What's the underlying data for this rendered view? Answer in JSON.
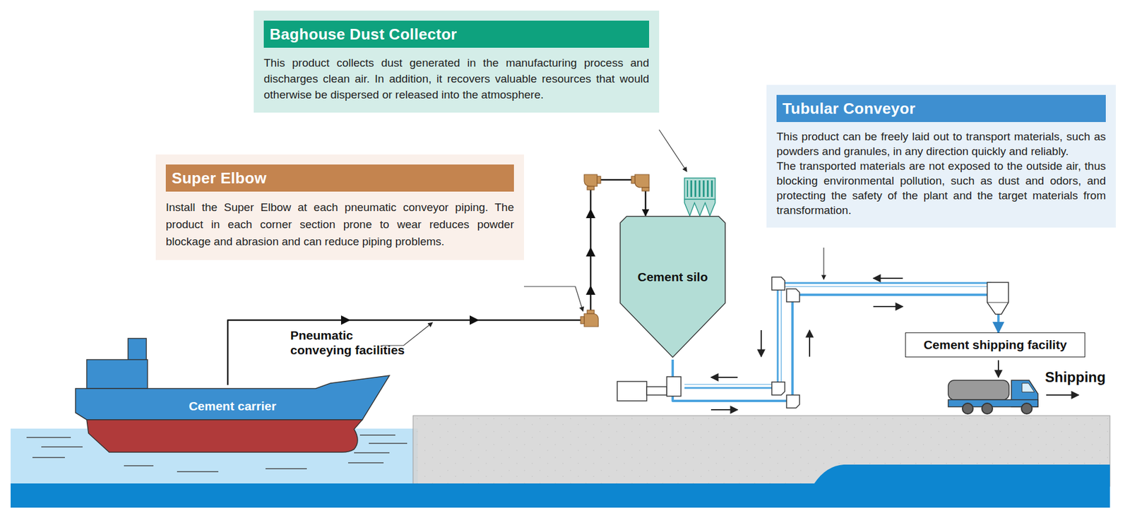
{
  "diagram": {
    "nodes": [
      {
        "text": [
          "Baghouse Dust Collector",
          "This product collects dust generated in the manufacturing process and discharges clean air. In addition, it recovers valuable resources that would otherwise be dispersed or released into the atmosphere."
        ]
      },
      {
        "text": [
          "Super Elbow",
          "Install the Super Elbow at each pneumatic conveyor piping. The product in each corner section prone to wear reduces powder blockage and abrasion and can reduce piping problems."
        ]
      },
      {
        "text": [
          "Tubular Conveyor",
          "This product can be freely laid out to transport materials, such as powders and granules, in any direction quickly and reliably.",
          "The transported materials are not exposed to the outside air, thus blocking environmental pollution, such as dust and odors, and protecting the safety of the plant and the target materials from transformation."
        ]
      },
      {
        "text": [
          "Cement silo"
        ]
      },
      {
        "text": [
          "Cement shipping facility"
        ]
      },
      {
        "text": [
          "Cement carrier"
        ]
      }
    ],
    "edges": [
      {
        "from": 5,
        "to": 3,
        "arrow": "to"
      },
      {
        "from": 3,
        "to": 4,
        "arrow": "to"
      }
    ],
    "labels": [
      "Pneumatic conveying facilities",
      "Shipping"
    ]
  }
}
